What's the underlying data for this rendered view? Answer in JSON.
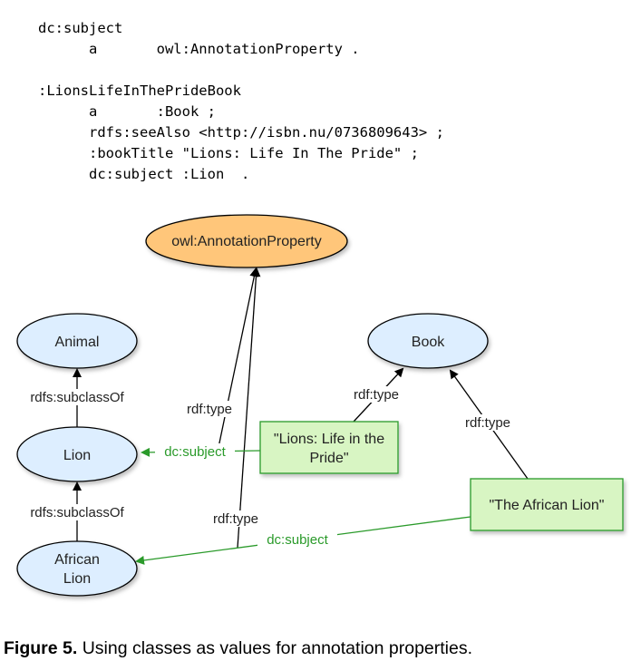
{
  "code_lines": [
    "dc:subject",
    "      a       owl:AnnotationProperty .",
    "",
    ":LionsLifeInThePrideBook",
    "      a       :Book ;",
    "      rdfs:seeAlso <http://isbn.nu/0736809643> ;",
    "      :bookTitle \"Lions: Life In The Pride\" ;",
    "      dc:subject :Lion  ."
  ],
  "nodes": {
    "annotation_property": "owl:AnnotationProperty",
    "animal": "Animal",
    "lion": "Lion",
    "african_lion_line1": "African",
    "african_lion_line2": "Lion",
    "book": "Book",
    "lions_book_line1": "\"Lions: Life in the",
    "lions_book_line2": "Pride\"",
    "african_lion_book": "\"The African Lion\""
  },
  "edges": {
    "subclass_upper": "rdfs:subclassOf",
    "subclass_lower": "rdfs:subclassOf",
    "rdf_type_upper": "rdf:type",
    "rdf_type_lower": "rdf:type",
    "rdf_type_book1": "rdf:type",
    "rdf_type_book2": "rdf:type",
    "dc_subject_upper": "dc:subject",
    "dc_subject_lower": "dc:subject"
  },
  "caption": {
    "label": "Figure 5.",
    "text": " Using classes as values for annotation properties."
  },
  "colors": {
    "class_fill": "#ddeeff",
    "annotation_fill": "#ffc67a",
    "literal_fill": "#d8f5c3",
    "literal_border": "#2a9a2a",
    "green_edge": "#2a9a2a"
  }
}
